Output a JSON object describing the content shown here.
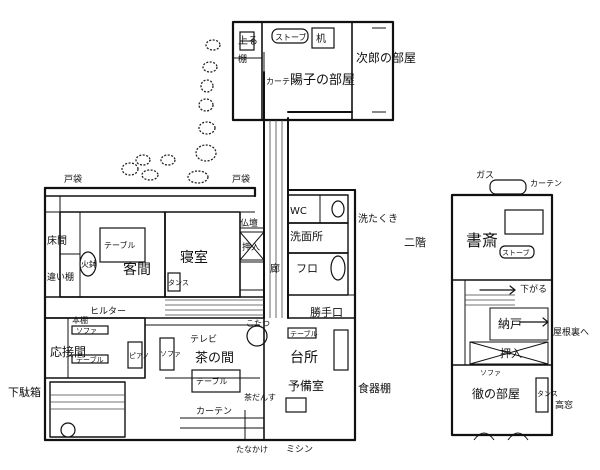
{
  "floor1": {
    "annex": {
      "stairs_mark": "上る",
      "shelf": "棚",
      "stove": "ストーブ",
      "desk": "机",
      "curtain": "カーテン",
      "youko_room": "陽子の部屋",
      "jiro_room": "次郎の部屋"
    },
    "entrance_left": "戸袋",
    "entrance_right": "戸袋",
    "guest_area": {
      "closet": "床間",
      "shelves": "違い棚",
      "brazier": "火鉢",
      "table": "テーブル",
      "guest_room": "客間"
    },
    "bedroom": {
      "label": "寝室",
      "buddha_altar": "仏壇",
      "closet": "押入",
      "chest": "タンス"
    },
    "corridor_label": "廊",
    "toilet": "WC",
    "laundry": "洗たくき",
    "washroom": "洗面所",
    "bath": "フロ",
    "back_door": "勝手口",
    "parlor": {
      "bookshelf": "本棚",
      "heater": "ヒルター",
      "label": "応接間",
      "sofa": "ソファ",
      "table": "テーブル",
      "piano": "ピアノ"
    },
    "tv": "テレビ",
    "sofa2": "ソファ",
    "living": {
      "label": "茶の間",
      "table": "テーブル",
      "tansu": "茶だんす"
    },
    "kotatsu": "こたつ",
    "kitchen": "台所",
    "kitchen_table": "テーブル",
    "prep_room": "予備室",
    "dish_cabinet": "食器棚",
    "curtain": "カーテン",
    "shoe_box": "下駄箱",
    "sewing": "ミシン",
    "side_shelf": "たなかけ"
  },
  "floor2": {
    "title": "二階",
    "gas": "ガス",
    "curtain": "カーテン",
    "study": "書斎",
    "stove": "ストーブ",
    "down": "下がる",
    "to_roof": "屋根裏へ",
    "storage": "納戸",
    "closet": "押入",
    "sofa": "ソファ",
    "tetsu_room": "徹の部屋",
    "tansu": "タンス",
    "window": "高窓"
  }
}
